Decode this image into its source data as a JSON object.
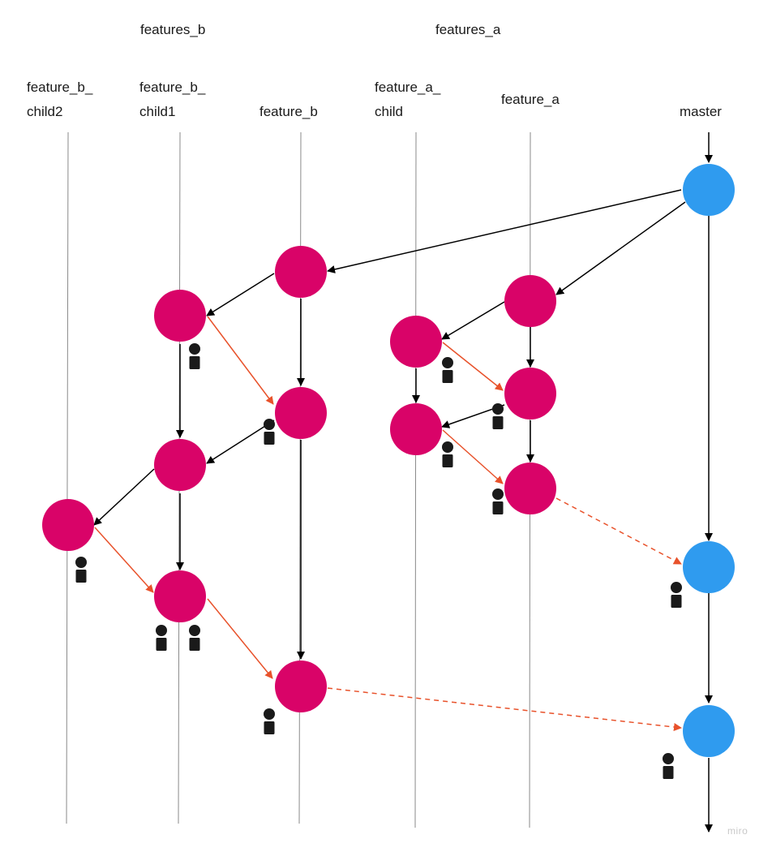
{
  "groups": {
    "features_b": "features_b",
    "features_a": "features_a"
  },
  "branches": [
    {
      "id": "feature_b_child2",
      "line1": "feature_b_",
      "line2": "child2"
    },
    {
      "id": "feature_b_child1",
      "line1": "feature_b_",
      "line2": "child1"
    },
    {
      "id": "feature_b",
      "line1": "feature_b",
      "line2": ""
    },
    {
      "id": "feature_a_child",
      "line1": "feature_a_",
      "line2": "child"
    },
    {
      "id": "feature_a",
      "line1": "feature_a",
      "line2": ""
    },
    {
      "id": "master",
      "line1": "master",
      "line2": ""
    }
  ],
  "colors": {
    "feature_commit": "#d90368",
    "master_commit": "#2f9bef",
    "branch_line": "#8a8a8a",
    "flow_arrow": "#000000",
    "merge_arrow": "#e8522b",
    "person_icon": "#1a1a1a"
  },
  "icons": {
    "reviewer": "person-icon"
  },
  "watermark": "miro"
}
